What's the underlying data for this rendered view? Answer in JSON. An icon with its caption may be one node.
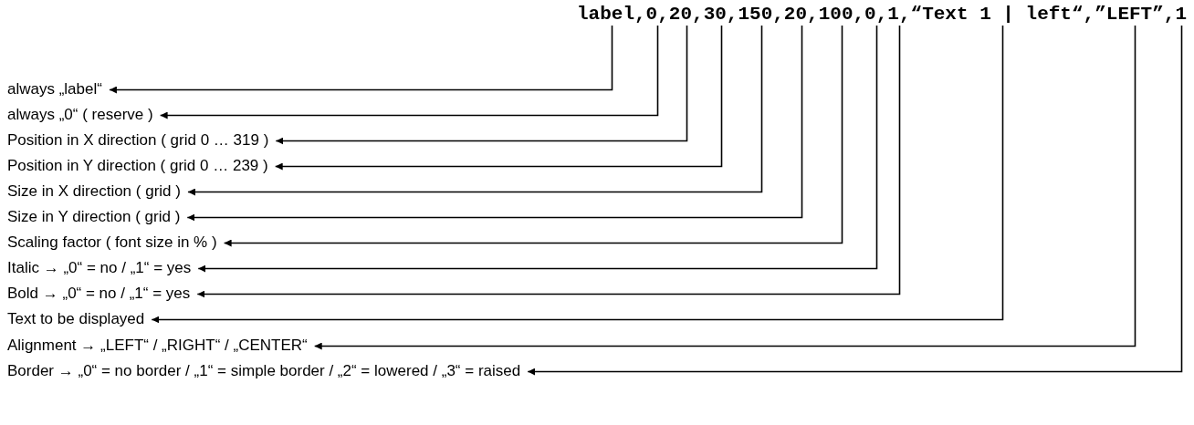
{
  "diagram": {
    "nodes": [
      {
        "text": [
          "label,"
        ]
      },
      {
        "text": [
          "0,"
        ]
      },
      {
        "text": [
          "20,"
        ]
      },
      {
        "text": [
          "30,"
        ]
      },
      {
        "text": [
          "150,"
        ]
      },
      {
        "text": [
          "20,"
        ]
      },
      {
        "text": [
          "100,"
        ]
      },
      {
        "text": [
          "0,"
        ]
      },
      {
        "text": [
          "1,"
        ]
      },
      {
        "text": [
          "“Text 1 | left“,"
        ]
      },
      {
        "text": [
          "”LEFT”,"
        ]
      },
      {
        "text": [
          "1"
        ]
      },
      {
        "text": [
          "always „label“"
        ]
      },
      {
        "text": [
          "always „0“ ( reserve )"
        ]
      },
      {
        "text": [
          "Position in X direction ( grid 0 … 319 )"
        ]
      },
      {
        "text": [
          "Position in Y direction ( grid 0 … 239 )"
        ]
      },
      {
        "text": [
          "Size in X direction ( grid )"
        ]
      },
      {
        "text": [
          "Size in Y direction ( grid )"
        ]
      },
      {
        "text": [
          "Scaling factor ( font size in % )"
        ]
      },
      {
        "text": [
          "Italic → „0“ = no / „1“ = yes"
        ]
      },
      {
        "text": [
          "Bold → „0“ = no / „1“ = yes"
        ]
      },
      {
        "text": [
          "Text to be displayed"
        ]
      },
      {
        "text": [
          "Alignment → „LEFT“ / „RIGHT“ / „CENTER“"
        ]
      },
      {
        "text": [
          "Border → „0“ = no border / „1“ = simple border / „2“ = lowered / „3“ = raised"
        ]
      }
    ],
    "edges": [
      {
        "from": 0,
        "to": 12,
        "arrow": "to"
      },
      {
        "from": 1,
        "to": 13,
        "arrow": "to"
      },
      {
        "from": 2,
        "to": 14,
        "arrow": "to"
      },
      {
        "from": 3,
        "to": 15,
        "arrow": "to"
      },
      {
        "from": 4,
        "to": 16,
        "arrow": "to"
      },
      {
        "from": 5,
        "to": 17,
        "arrow": "to"
      },
      {
        "from": 6,
        "to": 18,
        "arrow": "to"
      },
      {
        "from": 7,
        "to": 19,
        "arrow": "to"
      },
      {
        "from": 8,
        "to": 20,
        "arrow": "to"
      },
      {
        "from": 9,
        "to": 21,
        "arrow": "to"
      },
      {
        "from": 10,
        "to": 22,
        "arrow": "to"
      },
      {
        "from": 11,
        "to": 23,
        "arrow": "to"
      }
    ]
  }
}
